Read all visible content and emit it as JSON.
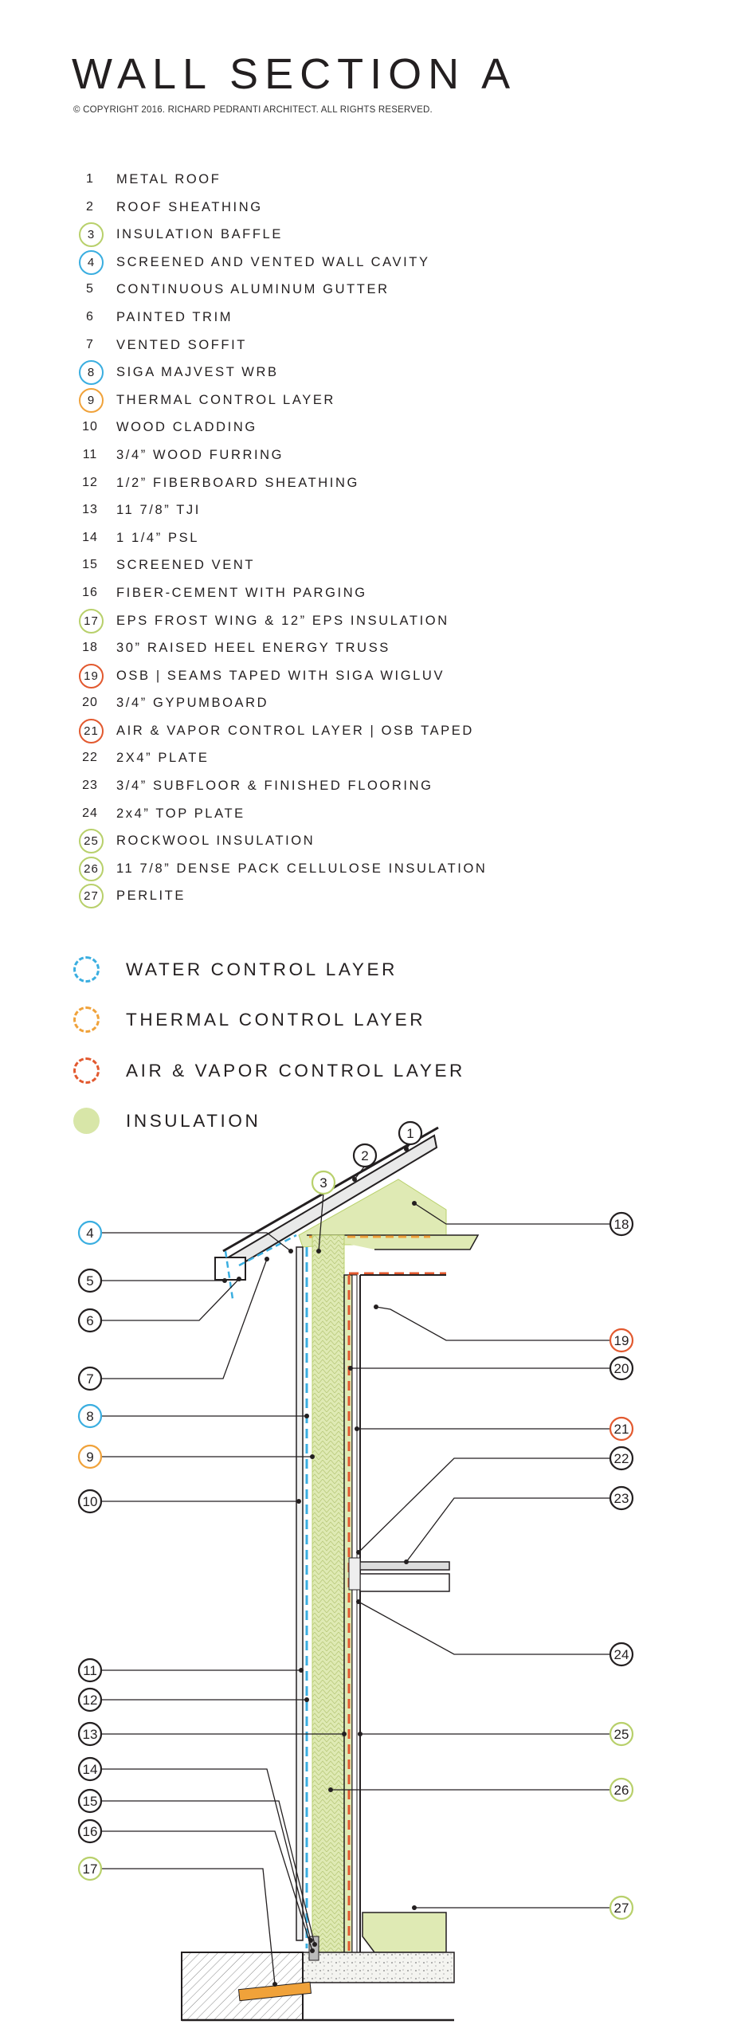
{
  "header": {
    "title": "WALL SECTION A",
    "copyright": "© COPYRIGHT 2016. RICHARD PEDRANTI ARCHITECT. ALL RIGHTS RESERVED."
  },
  "colors": {
    "water": "#3aaee0",
    "thermal": "#f0a23a",
    "air_vapor": "#e2592f",
    "insulation": "#d8e6a8",
    "insulation_outline": "#b8d06b",
    "neutral": "#231f20"
  },
  "legend": [
    {
      "num": "1",
      "label": "METAL ROOF",
      "ring": ""
    },
    {
      "num": "2",
      "label": "ROOF SHEATHING",
      "ring": ""
    },
    {
      "num": "3",
      "label": "INSULATION BAFFLE",
      "ring": "insulation"
    },
    {
      "num": "4",
      "label": "SCREENED AND VENTED WALL CAVITY",
      "ring": "water"
    },
    {
      "num": "5",
      "label": "CONTINUOUS ALUMINUM GUTTER",
      "ring": ""
    },
    {
      "num": "6",
      "label": "PAINTED TRIM",
      "ring": ""
    },
    {
      "num": "7",
      "label": "VENTED SOFFIT",
      "ring": ""
    },
    {
      "num": "8",
      "label": "SIGA MAJVEST WRB",
      "ring": "water"
    },
    {
      "num": "9",
      "label": "THERMAL CONTROL LAYER",
      "ring": "thermal"
    },
    {
      "num": "10",
      "label": "WOOD CLADDING",
      "ring": ""
    },
    {
      "num": "11",
      "label": "3/4” WOOD FURRING",
      "ring": ""
    },
    {
      "num": "12",
      "label": "1/2” FIBERBOARD SHEATHING",
      "ring": ""
    },
    {
      "num": "13",
      "label": "11 7/8” TJI",
      "ring": ""
    },
    {
      "num": "14",
      "label": "1 1/4” PSL",
      "ring": ""
    },
    {
      "num": "15",
      "label": "SCREENED VENT",
      "ring": ""
    },
    {
      "num": "16",
      "label": "FIBER-CEMENT WITH PARGING",
      "ring": ""
    },
    {
      "num": "17",
      "label": "EPS FROST WING & 12” EPS INSULATION",
      "ring": "insulation"
    },
    {
      "num": "18",
      "label": "30” RAISED HEEL ENERGY TRUSS",
      "ring": ""
    },
    {
      "num": "19",
      "label": "OSB | SEAMS TAPED WITH SIGA WIGLUV",
      "ring": "air_vapor"
    },
    {
      "num": "20",
      "label": "3/4” GYPUMBOARD",
      "ring": ""
    },
    {
      "num": "21",
      "label": "AIR & VAPOR CONTROL LAYER | OSB TAPED",
      "ring": "air_vapor"
    },
    {
      "num": "22",
      "label": "2X4” PLATE",
      "ring": ""
    },
    {
      "num": "23",
      "label": "3/4” SUBFLOOR & FINISHED FLOORING",
      "ring": ""
    },
    {
      "num": "24",
      "label": "2x4” TOP PLATE",
      "ring": ""
    },
    {
      "num": "25",
      "label": "ROCKWOOL INSULATION",
      "ring": "insulation"
    },
    {
      "num": "26",
      "label": "11 7/8” DENSE PACK CELLULOSE INSULATION",
      "ring": "insulation"
    },
    {
      "num": "27",
      "label": "PERLITE",
      "ring": "insulation"
    }
  ],
  "key": [
    {
      "label": "WATER CONTROL LAYER",
      "style": "water"
    },
    {
      "label": "THERMAL CONTROL LAYER",
      "style": "thermal"
    },
    {
      "label": "AIR & VAPOR CONTROL LAYER",
      "style": "air_vapor"
    },
    {
      "label": "INSULATION",
      "style": "insulation"
    }
  ]
}
